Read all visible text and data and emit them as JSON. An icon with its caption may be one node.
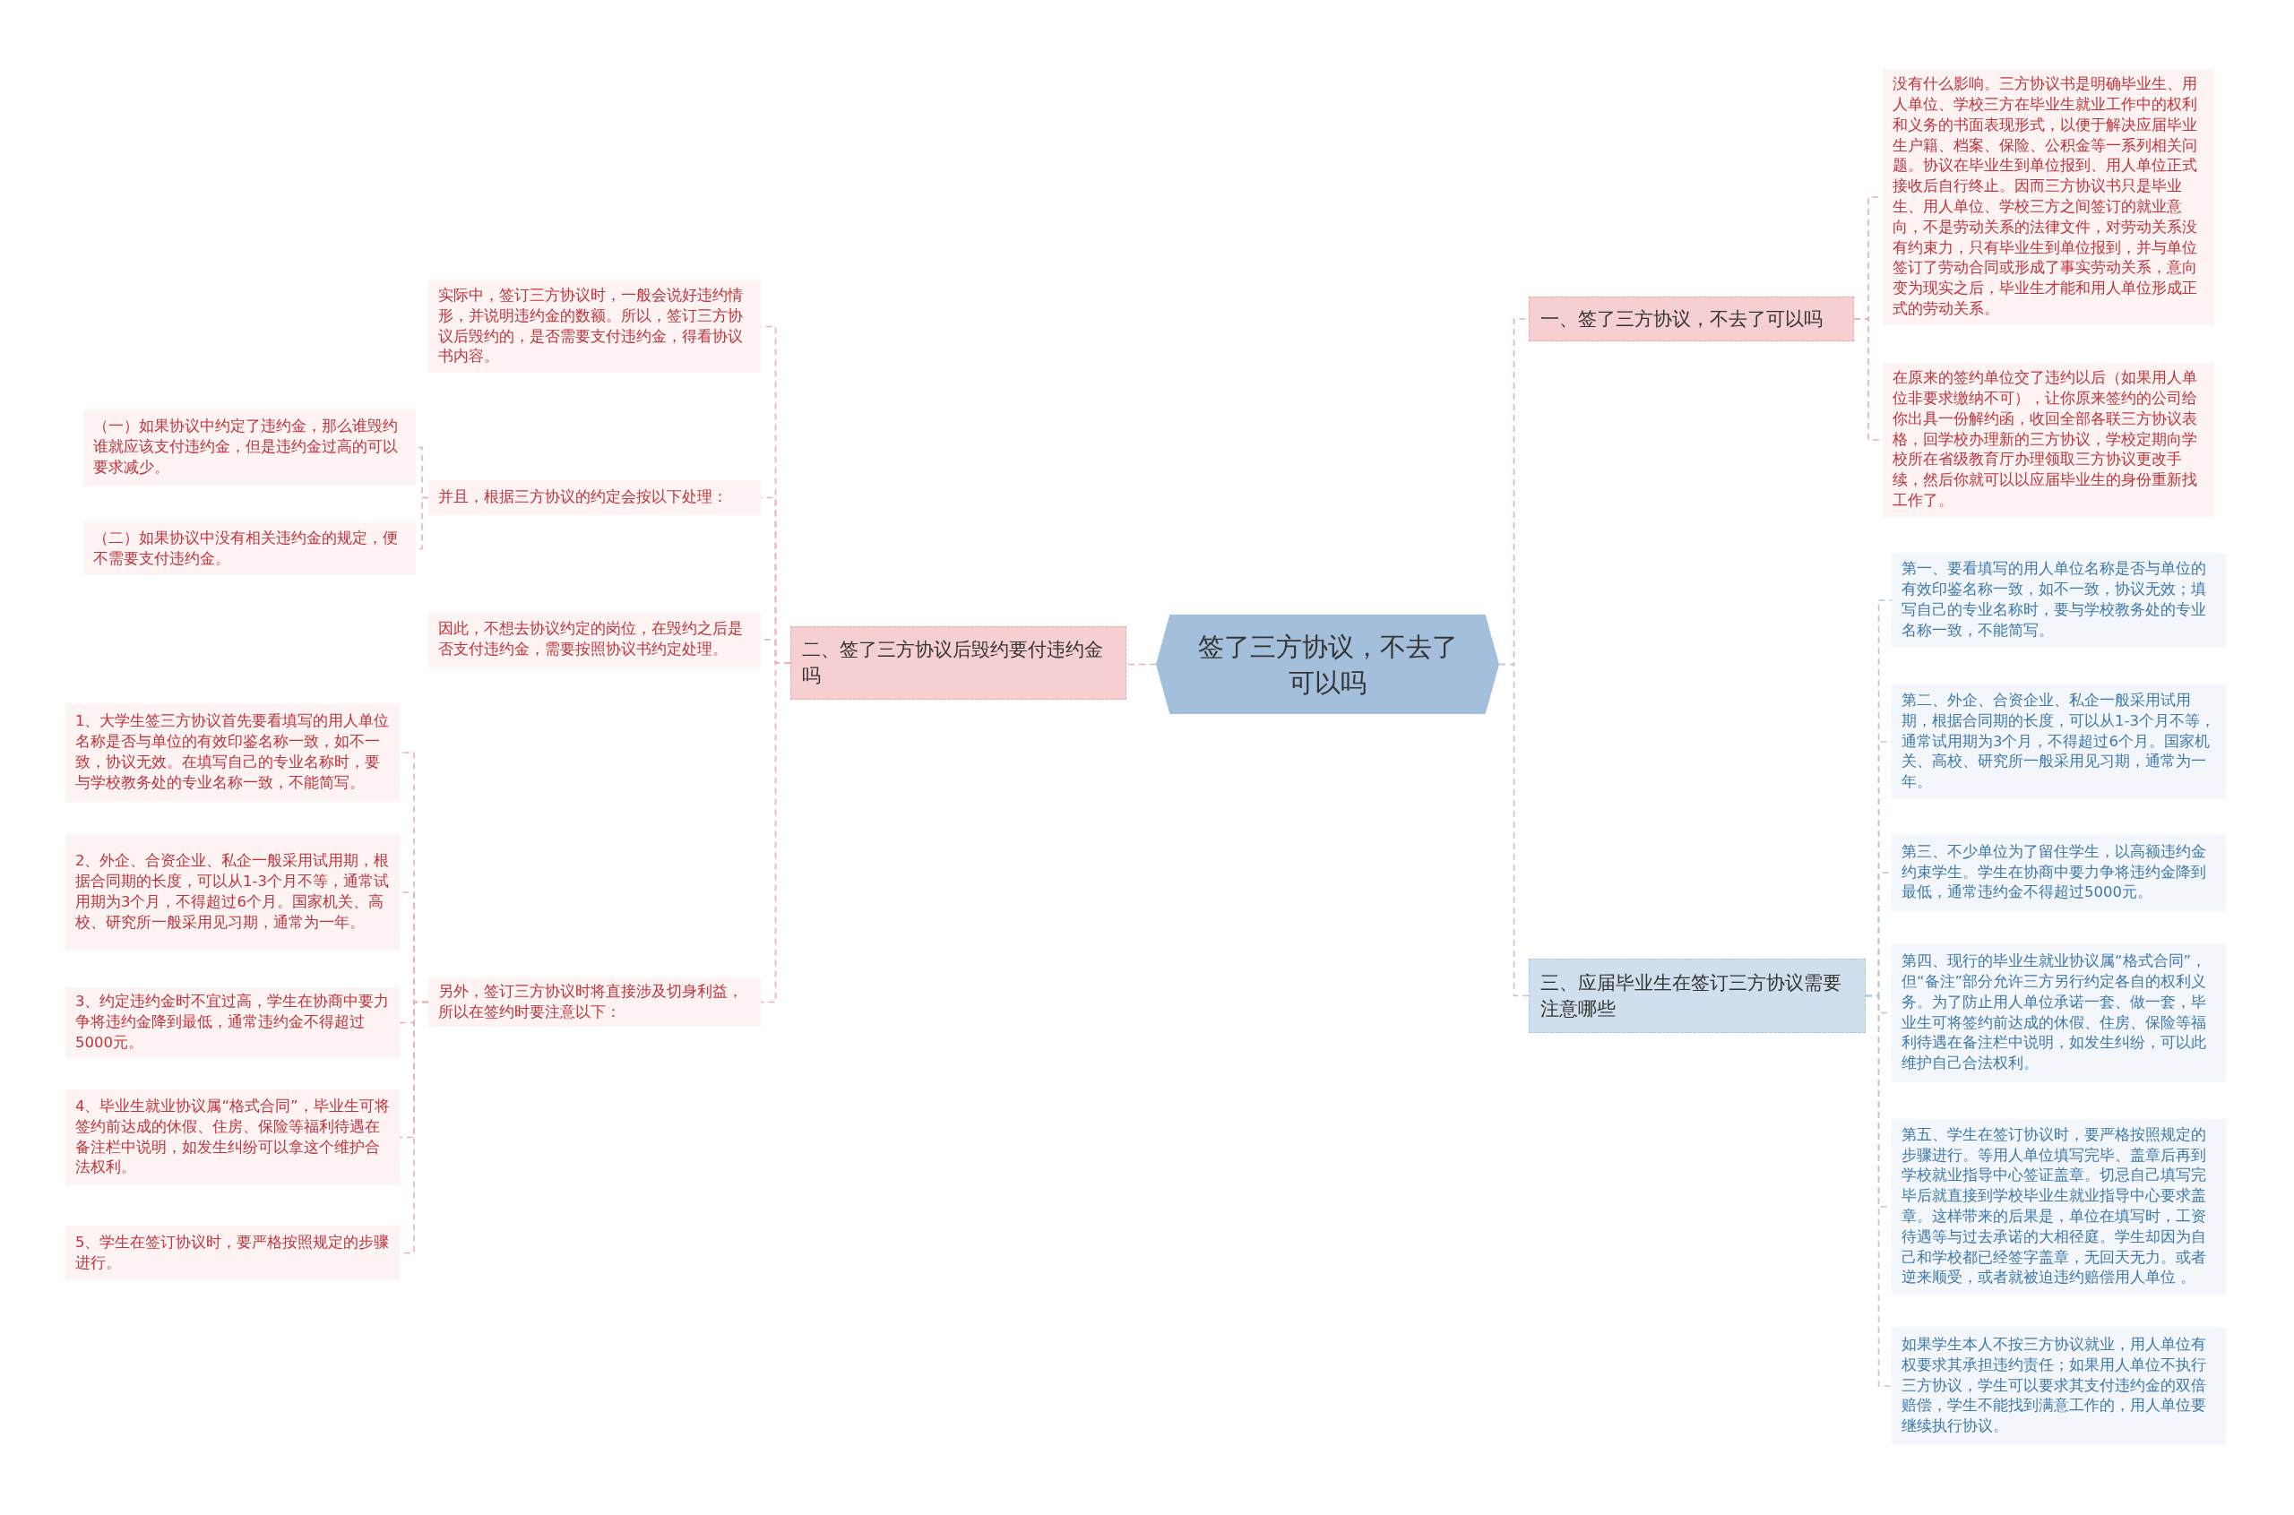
{
  "diagram": {
    "nodes": [
      {
        "text": [
          "签了三方协议，不去了可以吗"
        ]
      },
      {
        "text": [
          "一、签了三方协议，不去了可以吗"
        ]
      },
      {
        "text": [
          "没有什么影响。三方协议书是明确毕业生、用人单位、学校三方在毕业生就业工作中的权利和义务的书面表现形式，以便于解决应届毕业生户籍、档案、保险、公积金等一系列相关问题。协议在毕业生到单位报到、用人单位正式接收后自行终止。因而三方协议书只是毕业生、用人单位、学校三方之间签订的就业意向，不是劳动关系的法律文件，对劳动关系没有约束力，只有毕业生到单位报到，并与单位签订了劳动合同或形成了事实劳动关系，意向变为现实之后，毕业生才能和用人单位形成正式的劳动关系。"
        ]
      },
      {
        "text": [
          "在原来的签约单位交了违约以后（如果用人单位非要求缴纳不可），让你原来签约的公司给你出具一份解约函，收回全部各联三方协议表格，回学校办理新的三方协议，学校定期向学校所在省级教育厅办理领取三方协议更改手续，然后你就可以以应届毕业生的身份重新找工作了。"
        ]
      },
      {
        "text": [
          "二、签了三方协议后毁约要付违约金吗"
        ]
      },
      {
        "text": [
          "实际中，签订三方协议时，一般会说好违约情形，并说明违约金的数额。所以，签订三方协议后毁约的，是否需要支付违约金，得看协议书内容。"
        ]
      },
      {
        "text": [
          "并且，根据三方协议的约定会按以下处理："
        ]
      },
      {
        "text": [
          "（一）如果协议中约定了违约金，那么谁毁约谁就应该支付违约金，但是违约金过高的可以要求减少。"
        ]
      },
      {
        "text": [
          "（二）如果协议中没有相关违约金的规定，便不需要支付违约金。"
        ]
      },
      {
        "text": [
          "因此，不想去协议约定的岗位，在毁约之后是否支付违约金，需要按照协议书约定处理。"
        ]
      },
      {
        "text": [
          "另外，签订三方协议时将直接涉及切身利益，所以在签约时要注意以下："
        ]
      },
      {
        "text": [
          "1、大学生签三方协议首先要看填写的用人单位名称是否与单位的有效印鉴名称一致，如不一致，协议无效。在填写自己的专业名称时，要与学校教务处的专业名称一致，不能简写。"
        ]
      },
      {
        "text": [
          "2、外企、合资企业、私企一般采用试用期，根据合同期的长度，可以从1-3个月不等，通常试用期为3个月，不得超过6个月。国家机关、高校、研究所一般采用见习期，通常为一年。"
        ]
      },
      {
        "text": [
          "3、约定违约金时不宜过高，学生在协商中要力争将违约金降到最低，通常违约金不得超过5000元。"
        ]
      },
      {
        "text": [
          "4、毕业生就业协议属“格式合同”，毕业生可将签约前达成的休假、住房、保险等福利待遇在备注栏中说明，如发生纠纷可以拿这个维护合法权利。"
        ]
      },
      {
        "text": [
          "5、学生在签订协议时，要严格按照规定的步骤进行。"
        ]
      },
      {
        "text": [
          "三、应届毕业生在签订三方协议需要注意哪些"
        ]
      },
      {
        "text": [
          "第一、要看填写的用人单位名称是否与单位的有效印鉴名称一致，如不一致，协议无效；填写自己的专业名称时，要与学校教务处的专业名称一致，不能简写。"
        ]
      },
      {
        "text": [
          "第二、外企、合资企业、私企一般采用试用期，根据合同期的长度，可以从1-3个月不等，通常试用期为3个月，不得超过6个月。国家机关、高校、研究所一般采用见习期，通常为一年。"
        ]
      },
      {
        "text": [
          "第三、不少单位为了留住学生，以高额违约金约束学生。学生在协商中要力争将违约金降到最低，通常违约金不得超过5000元。"
        ]
      },
      {
        "text": [
          "第四、现行的毕业生就业协议属“格式合同”，但“备注”部分允许三方另行约定各自的权利义务。为了防止用人单位承诺一套、做一套，毕业生可将签约前达成的休假、住房、保险等福利待遇在备注栏中说明，如发生纠纷，可以此维护自己合法权利。"
        ]
      },
      {
        "text": [
          "第五、学生在签订协议时，要严格按照规定的步骤进行。等用人单位填写完毕、盖章后再到学校就业指导中心签证盖章。切忌自己填写完毕后就直接到学校毕业生就业指导中心要求盖章。这样带来的后果是，单位在填写时，工资待遇等与过去承诺的大相径庭。学生却因为自己和学校都已经签字盖章，无回天无力。或者逆来顺受，或者就被迫违约赔偿用人单位 。"
        ]
      },
      {
        "text": [
          "如果学生本人不按三方协议就业，用人单位有权要求其承担违约责任；如果用人单位不执行三方协议，学生可以要求其支付违约金的双倍赔偿，学生不能找到满意工作的，用人单位要继续执行协议。"
        ]
      }
    ],
    "edges": [
      {
        "from": 0,
        "to": 1,
        "arrow": "none",
        "style": "dashed"
      },
      {
        "from": 1,
        "to": 2,
        "arrow": "none",
        "style": "dashed"
      },
      {
        "from": 1,
        "to": 3,
        "arrow": "none",
        "style": "dashed"
      },
      {
        "from": 0,
        "to": 4,
        "arrow": "none",
        "style": "dashed"
      },
      {
        "from": 4,
        "to": 5,
        "arrow": "none",
        "style": "dashed"
      },
      {
        "from": 4,
        "to": 6,
        "arrow": "none",
        "style": "dashed"
      },
      {
        "from": 6,
        "to": 7,
        "arrow": "none",
        "style": "dashed"
      },
      {
        "from": 6,
        "to": 8,
        "arrow": "none",
        "style": "dashed"
      },
      {
        "from": 4,
        "to": 9,
        "arrow": "none",
        "style": "dashed"
      },
      {
        "from": 4,
        "to": 10,
        "arrow": "none",
        "style": "dashed"
      },
      {
        "from": 10,
        "to": 11,
        "arrow": "none",
        "style": "dashed"
      },
      {
        "from": 10,
        "to": 12,
        "arrow": "none",
        "style": "dashed"
      },
      {
        "from": 10,
        "to": 13,
        "arrow": "none",
        "style": "dashed"
      },
      {
        "from": 10,
        "to": 14,
        "arrow": "none",
        "style": "dashed"
      },
      {
        "from": 10,
        "to": 15,
        "arrow": "none",
        "style": "dashed"
      },
      {
        "from": 0,
        "to": 16,
        "arrow": "none",
        "style": "dashed",
        "color": "#b4c9dc"
      },
      {
        "from": 16,
        "to": 17,
        "arrow": "none",
        "style": "dashed",
        "color": "#b4c9dc"
      },
      {
        "from": 16,
        "to": 18,
        "arrow": "none",
        "style": "dashed",
        "color": "#b4c9dc"
      },
      {
        "from": 16,
        "to": 19,
        "arrow": "none",
        "style": "dashed",
        "color": "#b4c9dc"
      },
      {
        "from": 16,
        "to": 20,
        "arrow": "none",
        "style": "dashed",
        "color": "#b4c9dc"
      },
      {
        "from": 16,
        "to": 21,
        "arrow": "none",
        "style": "dashed",
        "color": "#b4c9dc"
      },
      {
        "from": 16,
        "to": 22,
        "arrow": "none",
        "style": "dashed",
        "color": "#b4c9dc"
      }
    ]
  }
}
